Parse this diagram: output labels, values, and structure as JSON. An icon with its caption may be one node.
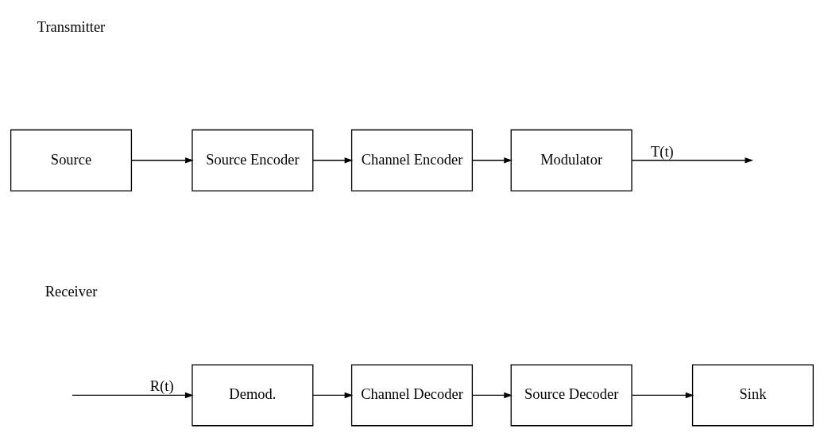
{
  "diagram": {
    "nodes": [
      {
        "text": [
          "Source"
        ]
      },
      {
        "text": [
          "Source Encoder"
        ]
      },
      {
        "text": [
          "Channel Encoder"
        ]
      },
      {
        "text": [
          "Modulator"
        ]
      },
      {
        "text": [
          "Demod."
        ]
      },
      {
        "text": [
          "Channel Decoder"
        ]
      },
      {
        "text": [
          "Source Decoder"
        ]
      },
      {
        "text": [
          "Sink"
        ]
      }
    ],
    "edges": [
      {
        "from": 0,
        "to": 1,
        "arrow": "to"
      },
      {
        "from": 1,
        "to": 2,
        "arrow": "to"
      },
      {
        "from": 2,
        "to": 3,
        "arrow": "to"
      },
      {
        "from": 3,
        "to": null,
        "arrow": "to",
        "label": "T(t)"
      },
      {
        "from": null,
        "to": 4,
        "arrow": "to",
        "label": "R(t)"
      },
      {
        "from": 4,
        "to": 5,
        "arrow": "to"
      },
      {
        "from": 5,
        "to": 6,
        "arrow": "to"
      },
      {
        "from": 6,
        "to": 7,
        "arrow": "to"
      }
    ],
    "labels": [
      "Transmitter",
      "Receiver"
    ]
  }
}
